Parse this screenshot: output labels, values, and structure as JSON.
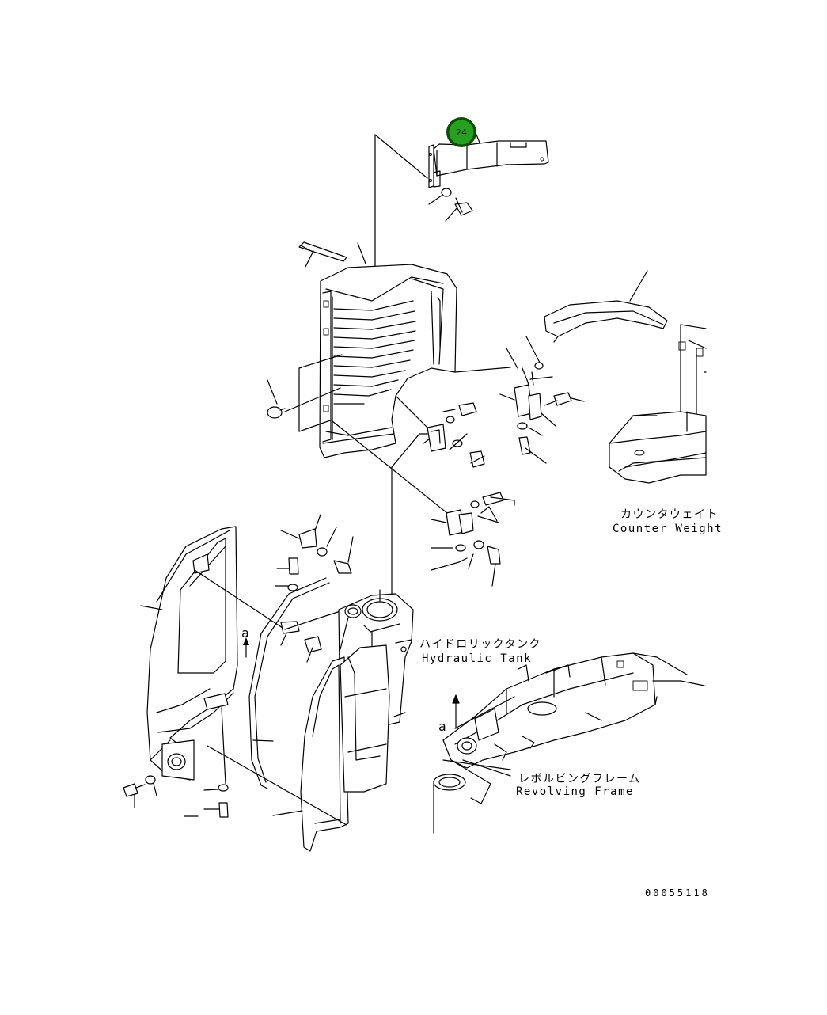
{
  "labels": {
    "counterweight_jp": "カウンタウェイト",
    "counterweight_en": "Counter Weight",
    "hydraulic_tank_jp": "ハイドロリックタンク",
    "hydraulic_tank_en": "Hydraulic Tank",
    "revolving_frame_jp": "レボルビングフレーム",
    "revolving_frame_en": "Revolving Frame",
    "view_marker_1": "a",
    "view_marker_2": "a"
  },
  "callouts": [
    {
      "number": "24",
      "color": "#27a01f",
      "ring_color": "#0b4d07"
    }
  ],
  "drawing_number": "00055118"
}
